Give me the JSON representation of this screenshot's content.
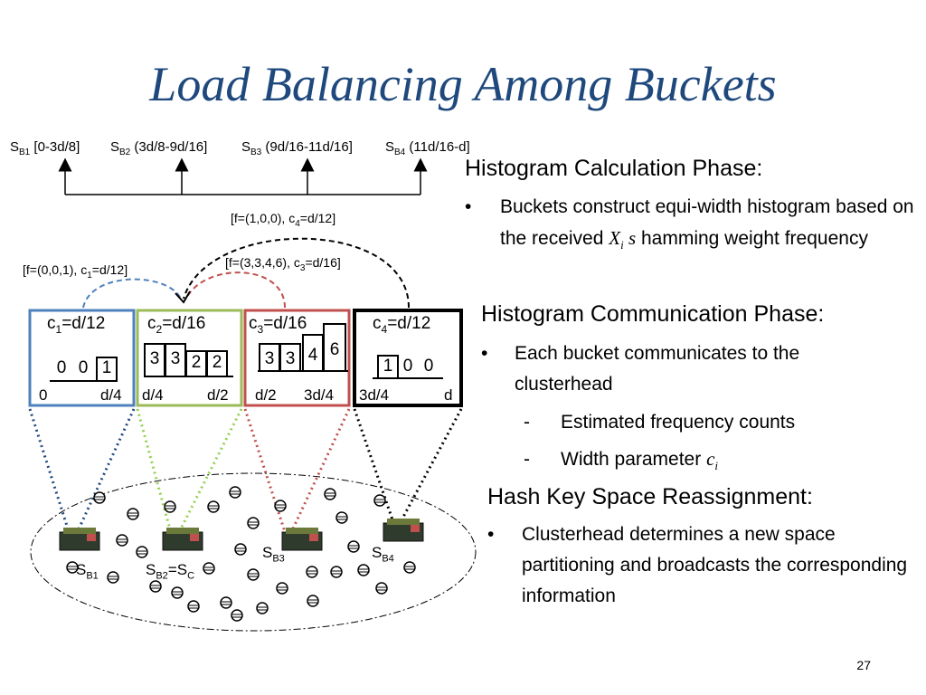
{
  "slide": {
    "title": "Load Balancing Among Buckets",
    "page_number": "27"
  },
  "top_ranges": [
    {
      "node": "S",
      "sub": "B1",
      "range": "[0-3d/8]"
    },
    {
      "node": "S",
      "sub": "B2",
      "range": "(3d/8-9d/16]"
    },
    {
      "node": "S",
      "sub": "B3",
      "range": "(9d/16-11d/16]"
    },
    {
      "node": "S",
      "sub": "B4",
      "range": "(11d/16-d]"
    }
  ],
  "feedback_notes": [
    {
      "pre": "[f=(1,0,0), c",
      "sub": "4",
      "post": "=d/12]"
    },
    {
      "pre": "[f=(3,3,4,6), c",
      "sub": "3",
      "post": "=d/16]"
    },
    {
      "pre": "[f=(0,0,1), c",
      "sub": "1",
      "post": "=d/12]"
    }
  ],
  "buckets": [
    {
      "c_pre": "c",
      "c_sub": "1",
      "c_post": "=d/12",
      "bars": [
        "0",
        "0",
        "1"
      ],
      "axis_left": "0",
      "axis_right": "d/4",
      "color": "#4f81bd"
    },
    {
      "c_pre": "c",
      "c_sub": "2",
      "c_post": "=d/16",
      "bars": [
        "3",
        "3",
        "2",
        "2"
      ],
      "axis_left": "d/4",
      "axis_right": "d/2",
      "color": "#9bbb59"
    },
    {
      "c_pre": "c",
      "c_sub": "3",
      "c_post": "=d/16",
      "bars": [
        "3",
        "3",
        "4",
        "6"
      ],
      "axis_left": "d/2",
      "axis_right": "3d/4",
      "color": "#c0504d"
    },
    {
      "c_pre": "c",
      "c_sub": "4",
      "c_post": "=d/12",
      "bars": [
        "1",
        "0",
        "0"
      ],
      "axis_left": "3d/4",
      "axis_right": "d",
      "color": "#000000"
    }
  ],
  "nodes": [
    {
      "s": "S",
      "sub": "B1",
      "extra": ""
    },
    {
      "s": "S",
      "sub": "B2",
      "extra": "=S",
      "extra_sub": "C"
    },
    {
      "s": "S",
      "sub": "B3",
      "extra": ""
    },
    {
      "s": "S",
      "sub": "B4",
      "extra": ""
    }
  ],
  "sections": [
    {
      "heading": "Histogram Calculation Phase:",
      "bullet_pre": "Buckets construct equi-width histogram based on the received ",
      "bullet_var": "X",
      "bullet_var_sub": "i",
      "bullet_var_s": " s",
      "bullet_post": " hamming weight frequency"
    },
    {
      "heading": "Histogram Communication Phase:",
      "bullet": "Each bucket communicates to the clusterhead",
      "subitems": [
        "Estimated frequency counts",
        "Width parameter "
      ],
      "width_var": "c",
      "width_var_sub": "i"
    },
    {
      "heading": "Hash Key Space Reassignment:",
      "bullet": "Clusterhead determines a new space partitioning and broadcasts the corresponding information"
    }
  ],
  "icons": {
    "bullet": "bullet-dot",
    "dash": "dash",
    "sensor": "sensor-board-icon",
    "data_item": "data-item-icon"
  }
}
